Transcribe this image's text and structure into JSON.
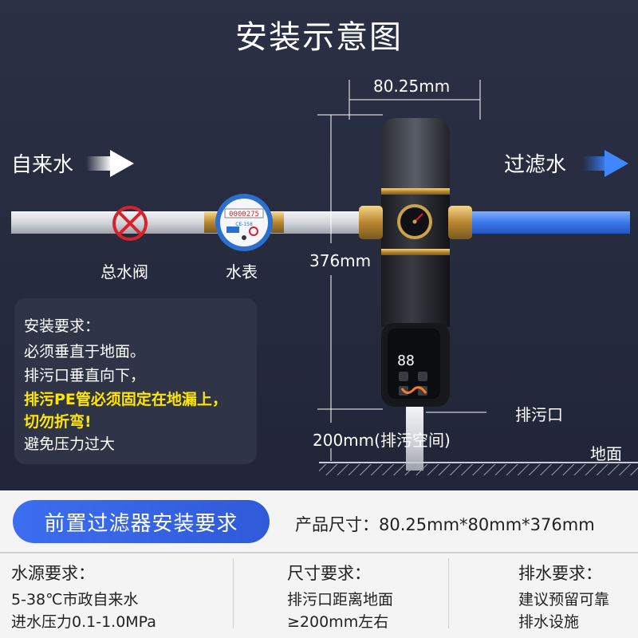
{
  "title": "安装示意图",
  "inflow": {
    "label": "自来水"
  },
  "outflow": {
    "label": "过滤水"
  },
  "main_valve": {
    "label": "总水阀"
  },
  "water_meter": {
    "label": "水表",
    "reading": "0000275",
    "model": "CE-158"
  },
  "filter": {
    "display_value": "88"
  },
  "dimensions": {
    "width_label": "80.25mm",
    "height_label": "376mm",
    "clearance_label": "200mm(排污空间)"
  },
  "drain_outlet": {
    "label": "排污口"
  },
  "ground": {
    "label": "地面"
  },
  "install_requirements": {
    "heading": "安装要求：",
    "lines": [
      {
        "text": "必须垂直于地面。"
      },
      {
        "text": "排污口垂直向下，"
      },
      {
        "text": "排污PE管必须固定在地漏上，"
      },
      {
        "text": "切勿折弯!"
      },
      {
        "text": "避免压力过大"
      }
    ]
  },
  "footer": {
    "pill_title": "前置过滤器安装要求",
    "product_size": "产品尺寸：80.25mm*80mm*376mm",
    "columns": [
      {
        "heading": "水源要求：",
        "lines": [
          "5-38℃市政自来水",
          "进水压力0.1-1.0MPa"
        ]
      },
      {
        "heading": "尺寸要求：",
        "lines": [
          "排污口距离地面",
          "≥200mm左右"
        ]
      },
      {
        "heading": "排水要求：",
        "lines": [
          "建议预留可靠",
          "排水设施"
        ]
      }
    ]
  },
  "colors": {
    "accent_blue": "#2f6de0",
    "highlight_yellow": "#ffe600",
    "valve_red": "#d8222a",
    "gold_band": "#c9a24a"
  }
}
